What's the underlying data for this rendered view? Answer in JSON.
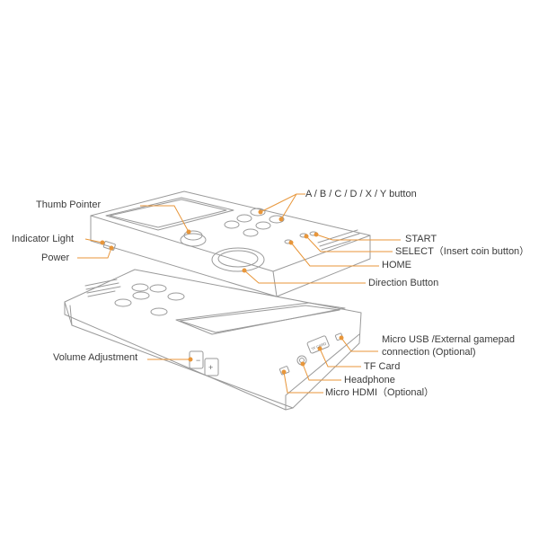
{
  "labels": {
    "thumb_pointer": "Thumb Pointer",
    "abcdxy": "A / B / C / D / X / Y  button",
    "indicator_light": "Indicator Light",
    "power": "Power",
    "start": "START",
    "select": "SELECT（Insert coin button）",
    "home": "HOME",
    "direction_button": "Direction Button",
    "volume_adjustment": "Volume Adjustment",
    "micro_usb_line1": "Micro USB /External gamepad",
    "micro_usb_line2": "connection (Optional)",
    "tf_card": "TF Card",
    "headphone": "Headphone",
    "micro_hdmi": "Micro HDMI（Optional）"
  },
  "device_marks": {
    "volume_minus": "−",
    "volume_plus": "+",
    "tf_slot": "TF CARD"
  },
  "colors": {
    "callout": "#e8963a",
    "outline": "#9a9a9a",
    "text": "#3a3a3a"
  }
}
